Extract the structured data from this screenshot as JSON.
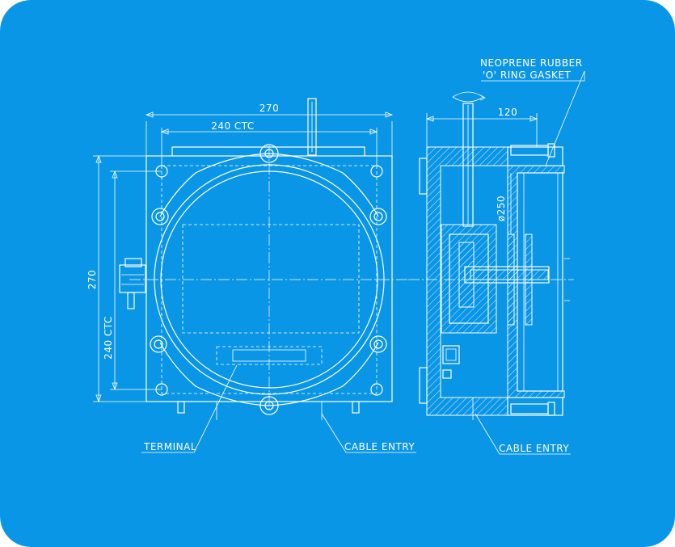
{
  "colors": {
    "background": "#0a96e6",
    "lines": "#ffffff"
  },
  "dimensions": {
    "top_overall": "270",
    "top_ctc": "240 CTC",
    "left_overall": "270",
    "left_ctc": "240 CTC",
    "side_width": "120",
    "diameter": "ø250"
  },
  "labels": {
    "gasket_line1": "NEOPRENE RUBBER",
    "gasket_line2": "'O' RING GASKET",
    "terminal": "TERMINAL",
    "cable_entry_front": "CABLE ENTRY",
    "cable_entry_side": "CABLE ENTRY"
  }
}
